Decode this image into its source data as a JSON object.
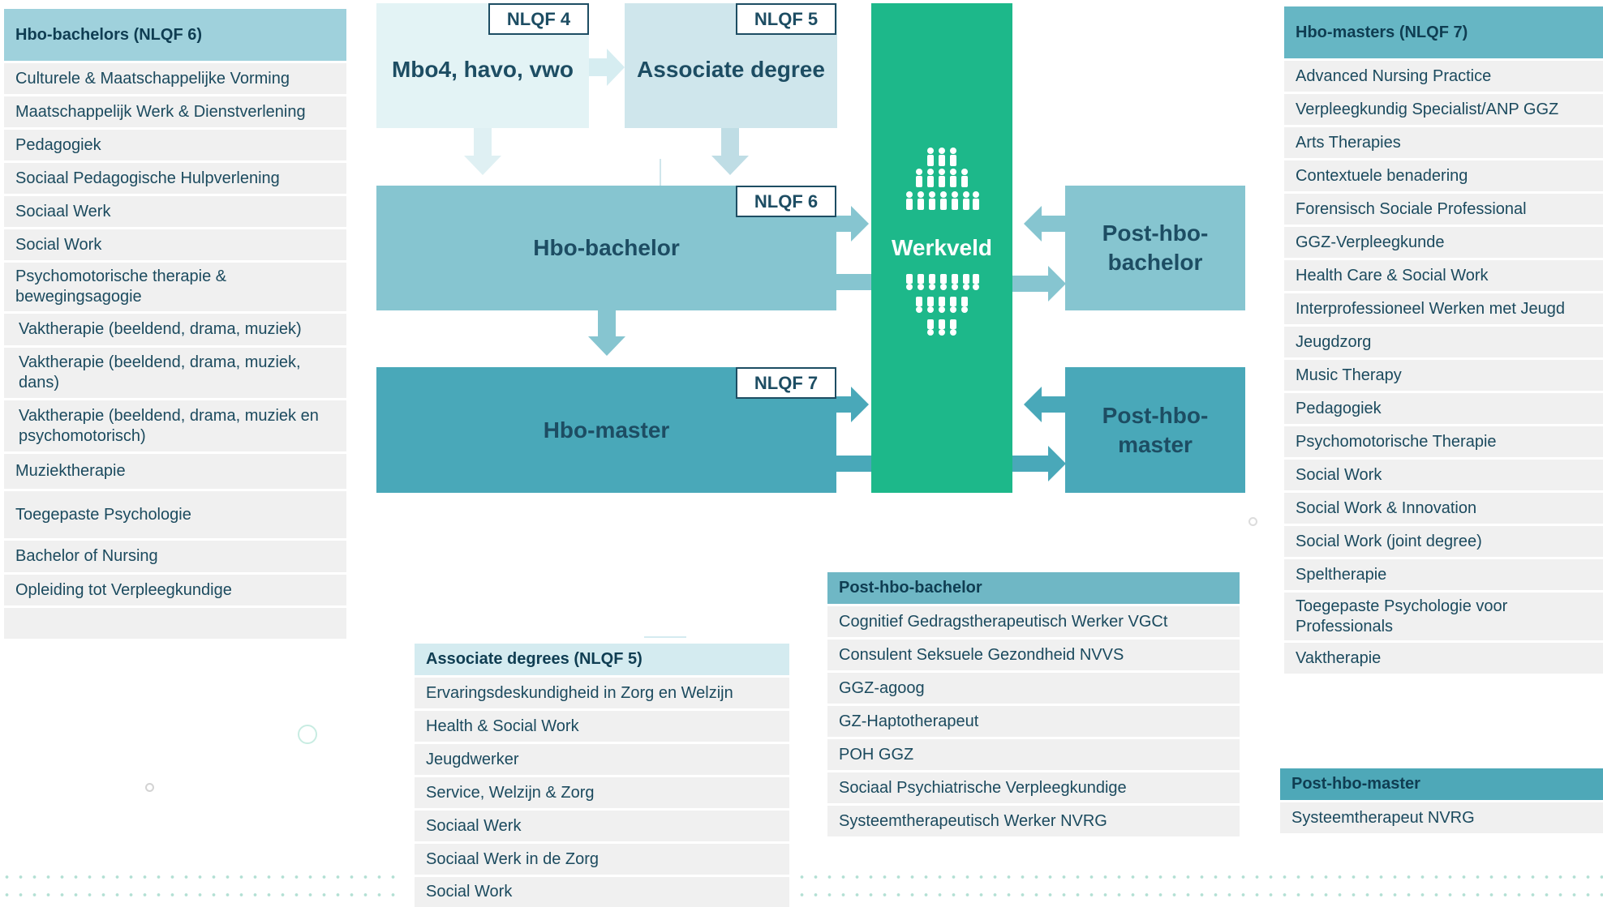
{
  "flow": {
    "mbo": "Mbo4, havo, vwo",
    "ad": "Associate degree",
    "bachelor": "Hbo-bachelor",
    "master": "Hbo-master",
    "werkveld": "Werkveld",
    "post_bachelor": "Post-hbo-bachelor",
    "post_master": "Post-hbo-master",
    "nlqf4": "NLQF 4",
    "nlqf5": "NLQF 5",
    "nlqf6": "NLQF 6",
    "nlqf7": "NLQF 7"
  },
  "colors": {
    "mbo": "#e3f3f5",
    "ad": "#cfe6ec",
    "bachelor": "#86c5d0",
    "master": "#49a8b9",
    "werkveld": "#1db88a",
    "post_bachelor": "#86c5d0",
    "post_master": "#49a8b9"
  },
  "bachelors": {
    "header": "Hbo-bachelors (NLQF 6)",
    "items": [
      "Culturele & Maatschappelijke Vorming",
      "Maatschappelijk Werk & Dienstverlening",
      "Pedagogiek",
      "Sociaal Pedagogische Hulpverlening",
      "Sociaal Werk",
      "Social Work",
      "Psychomotorische therapie & bewegingsagogie",
      "Vaktherapie (beeldend, drama, muziek)",
      "Vaktherapie (beeldend, drama, muziek, dans)",
      "Vaktherapie (beeldend, drama, muziek en psychomotorisch)",
      "Muziektherapie",
      "Toegepaste Psychologie",
      "Bachelor of Nursing",
      "Opleiding tot Verpleegkundige",
      ""
    ]
  },
  "masters": {
    "header": "Hbo-masters (NLQF 7)",
    "items": [
      "Advanced Nursing Practice",
      "Verpleegkundig Specialist/ANP GGZ",
      "Arts Therapies",
      "Contextuele benadering",
      "Forensisch Sociale Professional",
      "GGZ-Verpleegkunde",
      "Health Care & Social Work",
      "Interprofessioneel Werken met Jeugd",
      "Jeugdzorg",
      "Music Therapy",
      "Pedagogiek",
      "Psychomotorische Therapie",
      "Social Work",
      "Social Work & Innovation",
      "Social Work (joint degree)",
      "Speltherapie",
      "Toegepaste Psychologie voor Professionals",
      "Vaktherapie"
    ]
  },
  "associates": {
    "header": "Associate degrees (NLQF 5)",
    "items": [
      "Ervaringsdeskundigheid in Zorg en Welzijn",
      "Health & Social Work",
      "Jeugdwerker",
      "Service, Welzijn & Zorg",
      "Sociaal Werk",
      "Sociaal Werk in de Zorg",
      "Social Work"
    ]
  },
  "post_bachelors": {
    "header": "Post-hbo-bachelor",
    "items": [
      "Cognitief Gedragstherapeutisch Werker VGCt",
      "Consulent Seksuele Gezondheid NVVS",
      "GGZ-agoog",
      "GZ-Haptotherapeut",
      "POH GGZ",
      "Sociaal Psychiatrische Verpleegkundige",
      "Systeemtherapeutisch Werker NVRG"
    ]
  },
  "post_masters": {
    "header": "Post-hbo-master",
    "items": [
      "Systeemtherapeut NVRG"
    ]
  }
}
